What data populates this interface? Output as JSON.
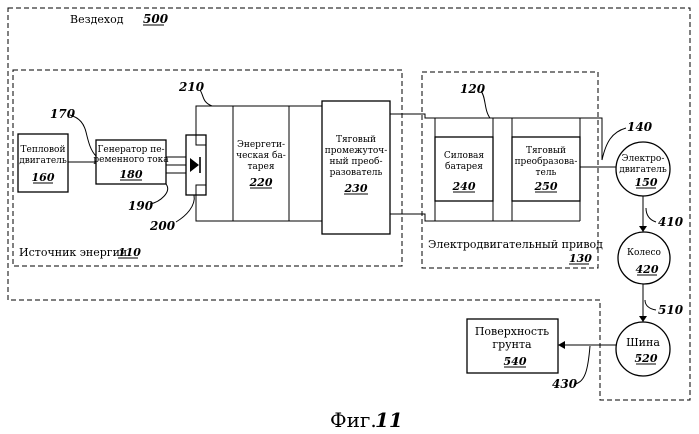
{
  "vehicle": {
    "title": "Вездеход",
    "ref": "500"
  },
  "energy_source": {
    "label": "Источник энергии",
    "ref": "110"
  },
  "electric_drive": {
    "label": "Электродвигательный привод",
    "ref": "130"
  },
  "blocks": {
    "heat_engine": {
      "lines": [
        "Тепловой",
        "двигатель"
      ],
      "ref": "160"
    },
    "generator": {
      "lines": [
        "Генератор пе-",
        "ременного тока"
      ],
      "ref": "180"
    },
    "energy_battery": {
      "lines": [
        "Энергети-",
        "ческая ба-",
        "тарея"
      ],
      "ref": "220"
    },
    "traction_converter_mid": {
      "lines": [
        "Тяговый",
        "промежуточ-",
        "ный преоб-",
        "разователь"
      ],
      "ref": "230"
    },
    "power_battery": {
      "lines": [
        "Силовая",
        "батарея"
      ],
      "ref": "240"
    },
    "traction_converter": {
      "lines": [
        "Тяговый",
        "преобразова-",
        "тель"
      ],
      "ref": "250"
    },
    "motor": {
      "lines": [
        "Электро-",
        "двигатель"
      ],
      "ref": "150"
    },
    "wheel": {
      "lines": [
        "Колесо"
      ],
      "ref": "420"
    },
    "tire": {
      "lines": [
        "Шина"
      ],
      "ref": "520"
    },
    "ground": {
      "lines": [
        "Поверхность",
        "грунта"
      ],
      "ref": "540"
    }
  },
  "leaders": {
    "r170": "170",
    "r190": "190",
    "r200": "200",
    "r210": "210",
    "r120": "120",
    "r140": "140",
    "r410": "410",
    "r510": "510",
    "r430": "430"
  },
  "caption": {
    "prefix": "Фиг.",
    "number": "11"
  }
}
